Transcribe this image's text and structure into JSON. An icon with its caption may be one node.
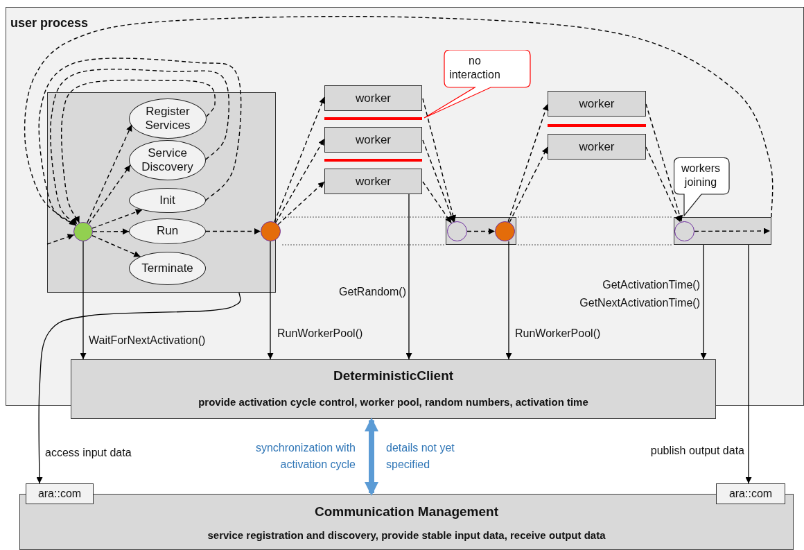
{
  "diagram": {
    "nodes": [
      {
        "text": [
          "user process"
        ]
      },
      {
        "text": [],
        "shape": "box",
        "in": 0
      },
      {
        "text": [],
        "shape": "circle",
        "in": 1
      },
      {
        "text": [
          "Register Services"
        ],
        "in": 1
      },
      {
        "text": [
          "Service Discovery"
        ],
        "in": 1
      },
      {
        "text": [
          "Init"
        ],
        "in": 1
      },
      {
        "text": [
          "Run"
        ],
        "in": 1
      },
      {
        "text": [
          "Terminate"
        ],
        "in": 1
      },
      {
        "text": [],
        "shape": "circle",
        "in": 0
      },
      {
        "text": [
          "worker"
        ],
        "in": 0
      },
      {
        "text": [
          "worker"
        ],
        "in": 0
      },
      {
        "text": [
          "worker"
        ],
        "in": 0
      },
      {
        "text": [
          "no interaction"
        ],
        "in": 0
      },
      {
        "text": [],
        "shape": "box",
        "in": 0
      },
      {
        "text": [],
        "shape": "circle",
        "in": 13
      },
      {
        "text": [],
        "shape": "circle",
        "in": 13
      },
      {
        "text": [
          "worker"
        ],
        "in": 0
      },
      {
        "text": [
          "worker"
        ],
        "in": 0
      },
      {
        "text": [
          "workers joining"
        ],
        "in": 0
      },
      {
        "text": [],
        "shape": "box",
        "in": 0
      },
      {
        "text": [],
        "shape": "circle",
        "in": 19
      },
      {
        "text": [
          "DeterministicClient",
          "provide activation cycle control, worker pool, random numbers, activation time"
        ]
      },
      {
        "text": [
          "Communication Management",
          "service registration and discovery, provide stable input data, receive output data"
        ]
      },
      {
        "text": [
          "ara::com"
        ]
      },
      {
        "text": [
          "ara::com"
        ]
      }
    ],
    "edges": [
      {
        "from": 2,
        "to": 3,
        "arrow": "to",
        "style": "dashed"
      },
      {
        "from": 2,
        "to": 4,
        "arrow": "to",
        "style": "dashed"
      },
      {
        "from": 2,
        "to": 5,
        "arrow": "to",
        "style": "dashed"
      },
      {
        "from": 2,
        "to": 6,
        "arrow": "to",
        "style": "dashed"
      },
      {
        "from": 2,
        "to": 7,
        "arrow": "to",
        "style": "dashed"
      },
      {
        "from": 3,
        "to": 2,
        "arrow": "to",
        "style": "dashed"
      },
      {
        "from": 4,
        "to": 2,
        "arrow": "to",
        "style": "dashed"
      },
      {
        "from": 5,
        "to": 2,
        "arrow": "to",
        "style": "dashed"
      },
      {
        "from": 6,
        "to": 8,
        "arrow": "to",
        "style": "dashed"
      },
      {
        "from": 8,
        "to": 9,
        "arrow": "to",
        "style": "dashed"
      },
      {
        "from": 8,
        "to": 10,
        "arrow": "to",
        "style": "dashed"
      },
      {
        "from": 8,
        "to": 11,
        "arrow": "to",
        "style": "dashed"
      },
      {
        "from": 9,
        "to": 14,
        "arrow": "to",
        "style": "dashed"
      },
      {
        "from": 10,
        "to": 14,
        "arrow": "to",
        "style": "dashed"
      },
      {
        "from": 11,
        "to": 14,
        "arrow": "to",
        "style": "dashed"
      },
      {
        "from": 14,
        "to": 15,
        "arrow": "to",
        "style": "dashed"
      },
      {
        "from": 15,
        "to": 16,
        "arrow": "to",
        "style": "dashed"
      },
      {
        "from": 15,
        "to": 17,
        "arrow": "to",
        "style": "dashed"
      },
      {
        "from": 16,
        "to": 20,
        "arrow": "to",
        "style": "dashed"
      },
      {
        "from": 17,
        "to": 20,
        "arrow": "to",
        "style": "dashed"
      },
      {
        "from": 20,
        "to": 19,
        "arrow": "to",
        "style": "dashed"
      },
      {
        "from": 19,
        "to": 2,
        "arrow": "to",
        "style": "dashed"
      },
      {
        "from": null,
        "to": 2,
        "arrow": "to",
        "style": "dashed"
      },
      {
        "from": 2,
        "to": 21,
        "arrow": "to",
        "label": "WaitForNextActivation()"
      },
      {
        "from": 8,
        "to": 21,
        "arrow": "to",
        "label": "RunWorkerPool()"
      },
      {
        "from": 11,
        "to": 21,
        "arrow": "to",
        "label": "GetRandom()"
      },
      {
        "from": 15,
        "to": 21,
        "arrow": "to",
        "label": "RunWorkerPool()"
      },
      {
        "from": 19,
        "to": 21,
        "arrow": "to",
        "label": "GetActivationTime() GetNextActivationTime()"
      },
      {
        "from": 1,
        "to": 23,
        "arrow": "to",
        "label": "access input data"
      },
      {
        "from": 19,
        "to": 24,
        "arrow": "to",
        "label": "publish output data"
      },
      {
        "from": 21,
        "to": 22,
        "arrow": "both",
        "style": "thick",
        "color": "#5b9bd5"
      }
    ],
    "labels": [
      "synchronization with activation cycle",
      "details not yet specified"
    ]
  }
}
